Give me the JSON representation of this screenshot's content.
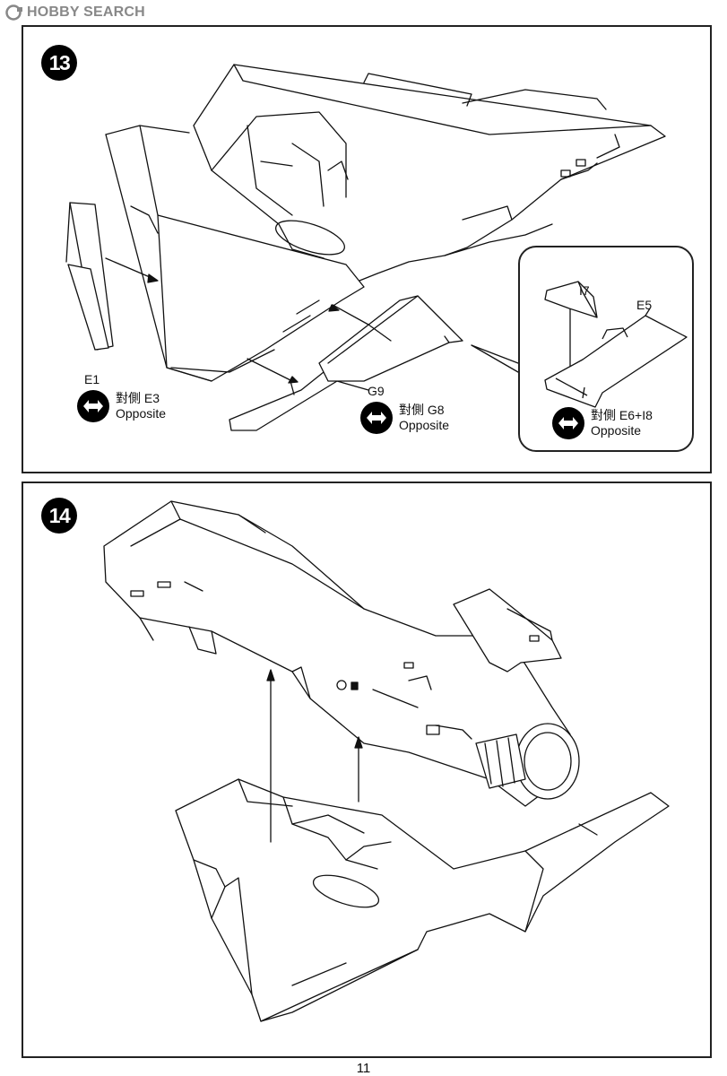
{
  "watermark": {
    "text": "HOBBY SEARCH",
    "icon": "hobbysearch-logo"
  },
  "step13": {
    "number": "13",
    "parts": {
      "e1": "E1",
      "g9": "G9",
      "i7": "I7",
      "e5": "E5"
    },
    "notes": [
      {
        "line1": "對側 E3",
        "line2": "Opposite",
        "icon": "double-arrow-icon"
      },
      {
        "line1": "對側 G8",
        "line2": "Opposite",
        "icon": "double-arrow-icon"
      },
      {
        "line1": "對側 E6+I8",
        "line2": "Opposite",
        "icon": "double-arrow-icon"
      }
    ]
  },
  "step14": {
    "number": "14"
  },
  "page": {
    "number": "11"
  },
  "colors": {
    "ink": "#111111",
    "paper": "#ffffff",
    "watermark": "#888888"
  }
}
